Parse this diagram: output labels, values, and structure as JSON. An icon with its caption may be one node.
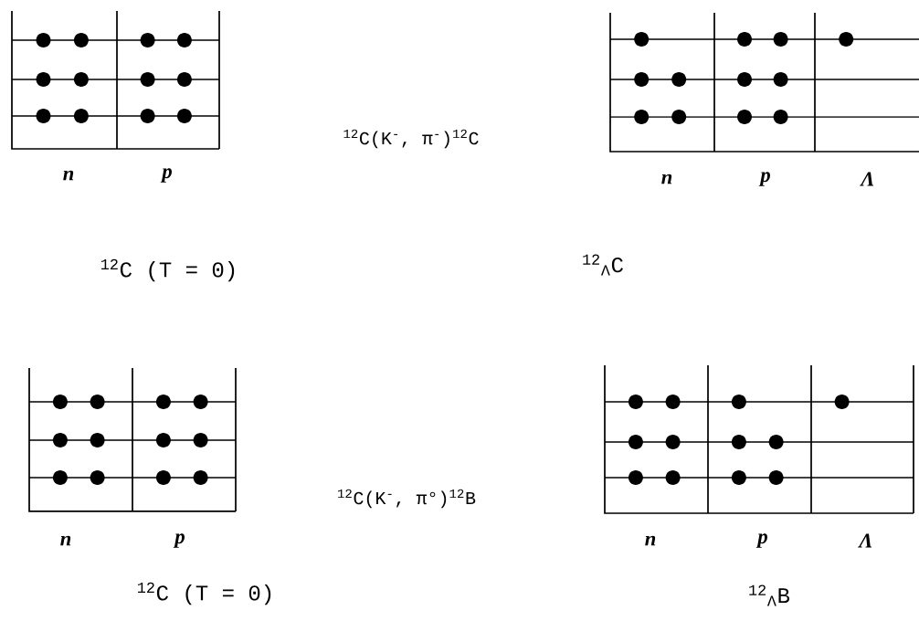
{
  "diagram": {
    "labels": [
      "n",
      "p",
      "$^{12}$C(K$^{-}$, π$^{-}$)$^{12}$C",
      "n",
      "p",
      "Λ",
      "$^{12}$C (T = 0)",
      "$^{12}$$_{Λ}$C",
      "n",
      "p",
      "$^{12}$C(K$^{-}$, π°)$^{12}$B",
      "n",
      "p",
      "Λ",
      "$^{12}$C (T = 0)",
      "$^{12}$$_{Λ}$B"
    ]
  }
}
